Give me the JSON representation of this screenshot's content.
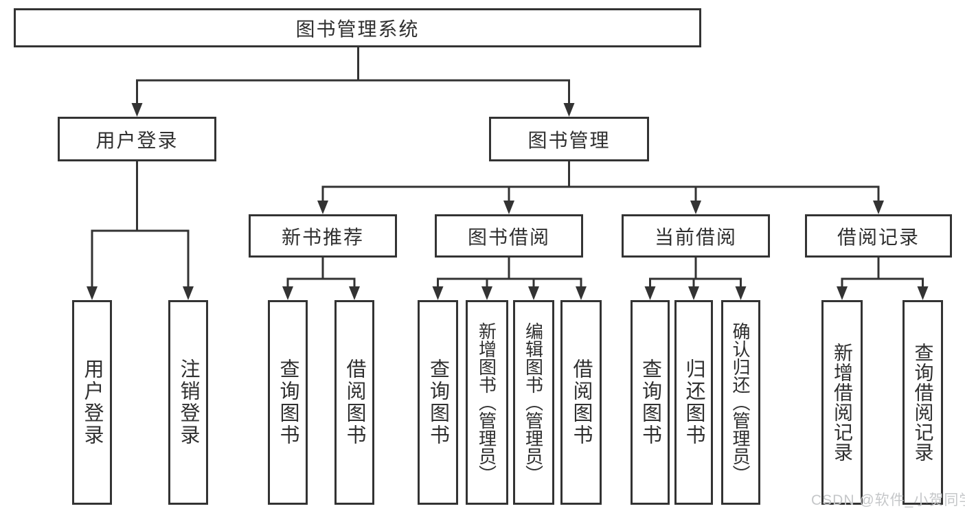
{
  "style": {
    "background": "#ffffff",
    "line_color": "#333333",
    "border_color": "#333333",
    "text_color": "#2f2f2f",
    "watermark_color": "#c5c7c9"
  },
  "root": {
    "label": "图书管理系统"
  },
  "level2": [
    {
      "label": "用户登录"
    },
    {
      "label": "图书管理"
    }
  ],
  "level3": [
    {
      "label": "新书推荐"
    },
    {
      "label": "图书借阅"
    },
    {
      "label": "当前借阅"
    },
    {
      "label": "借阅记录"
    }
  ],
  "leaves": {
    "user_login": [
      {
        "label": "用户登录"
      },
      {
        "label": "注销登录"
      }
    ],
    "new_book_recommend": [
      {
        "label": "查询图书"
      },
      {
        "label": "借阅图书"
      }
    ],
    "book_borrow": [
      {
        "label": "查询图书"
      },
      {
        "label": "新增图书（管理员）"
      },
      {
        "label": "编辑图书（管理员）"
      },
      {
        "label": "借阅图书"
      }
    ],
    "current_borrow": [
      {
        "label": "查询图书"
      },
      {
        "label": "归还图书"
      },
      {
        "label": "确认归还（管理员）"
      }
    ],
    "borrow_records": [
      {
        "label": "新增借阅记录"
      },
      {
        "label": "查询借阅记录"
      }
    ]
  },
  "watermark": {
    "text": "CSDN @软件_小贺同学"
  }
}
